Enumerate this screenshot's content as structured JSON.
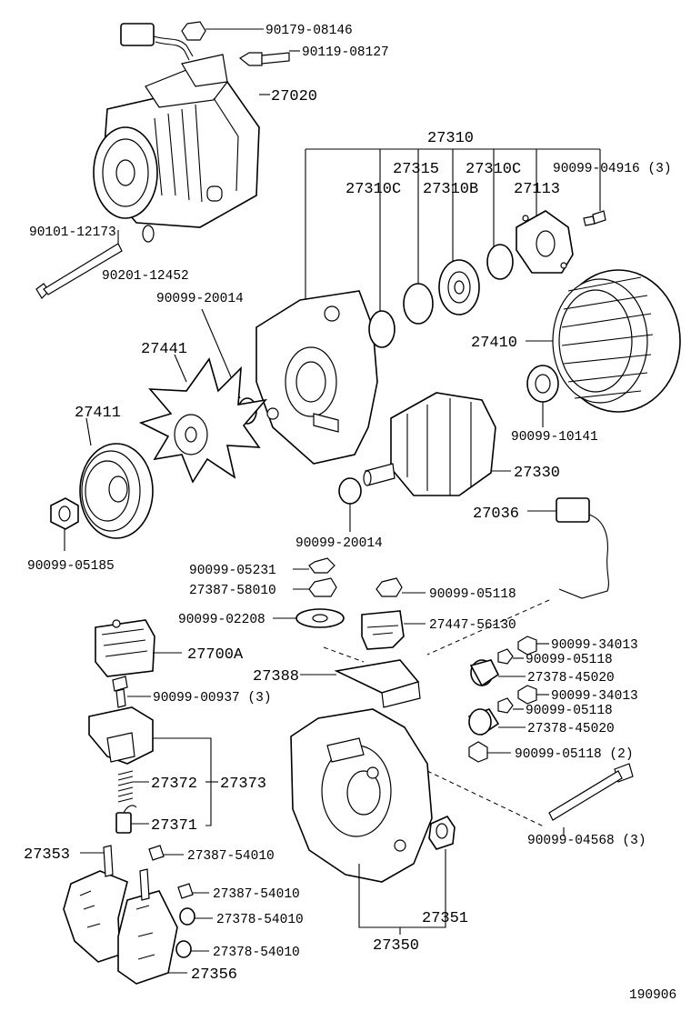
{
  "diagram_id": "190906",
  "labels": {
    "p90179_08146": "90179-08146",
    "p90119_08127": "90119-08127",
    "p27020": "27020",
    "p27310": "27310",
    "p27315": "27315",
    "p27310C_a": "27310C",
    "p27310C_b": "27310C",
    "p27310B": "27310B",
    "p27113": "27113",
    "p90099_04916": "90099-04916 (3)",
    "p90101_12173": "90101-12173",
    "p90201_12452": "90201-12452",
    "p90099_20014_a": "90099-20014",
    "p27441": "27441",
    "p27410": "27410",
    "p90099_10141": "90099-10141",
    "p27411": "27411",
    "p27330": "27330",
    "p90099_05185": "90099-05185",
    "p90099_20014_b": "90099-20014",
    "p27036": "27036",
    "p90099_05231": "90099-05231",
    "p27387_58010": "27387-58010",
    "p90099_05118_a": "90099-05118",
    "p90099_02208": "90099-02208",
    "p27447_56130": "27447-56130",
    "p27700A": "27700A",
    "p90099_34013_a": "90099-34013",
    "p90099_05118_b": "90099-05118",
    "p27388": "27388",
    "p27378_45020_a": "27378-45020",
    "p90099_00937": "90099-00937 (3)",
    "p90099_34013_b": "90099-34013",
    "p90099_05118_c": "90099-05118",
    "p27378_45020_b": "27378-45020",
    "p90099_05118_d": "90099-05118 (2)",
    "p27372": "27372",
    "p27373": "27373",
    "p90099_04568": "90099-04568 (3)",
    "p27371": "27371",
    "p27353": "27353",
    "p27387_54010_a": "27387-54010",
    "p27387_54010_b": "27387-54010",
    "p27378_54010_a": "27378-54010",
    "p27351": "27351",
    "p27378_54010_b": "27378-54010",
    "p27356": "27356",
    "p27350": "27350"
  }
}
